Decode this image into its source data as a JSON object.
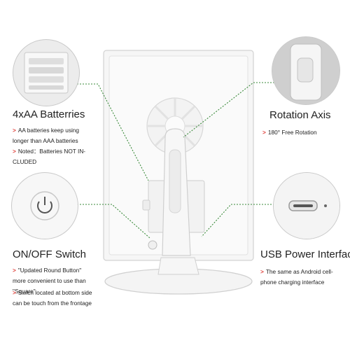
{
  "features": {
    "batteries": {
      "title": "4xAA Batterries",
      "notes": [
        "AA batteries keep using longer than AAA batteries",
        "Noted：Batteries NOT IN-CLUDED"
      ]
    },
    "rotation": {
      "title": "Rotation Axis",
      "notes": [
        "180° Free Rotation"
      ]
    },
    "switch": {
      "title": "ON/OFF Switch",
      "notes": [
        "\"Updated Round Button\" more convenient to use than \"Square\"",
        "Swich located at bottom side can be touch from the frontage"
      ]
    },
    "usb": {
      "title": "USB Power Interface",
      "notes": [
        "The same as Android cell-phone charging interface"
      ]
    }
  },
  "bullet_symbol": ">",
  "colors": {
    "bullet": "#e0403a",
    "connector": "#3a8a3a",
    "product": "#f4f4f4"
  }
}
